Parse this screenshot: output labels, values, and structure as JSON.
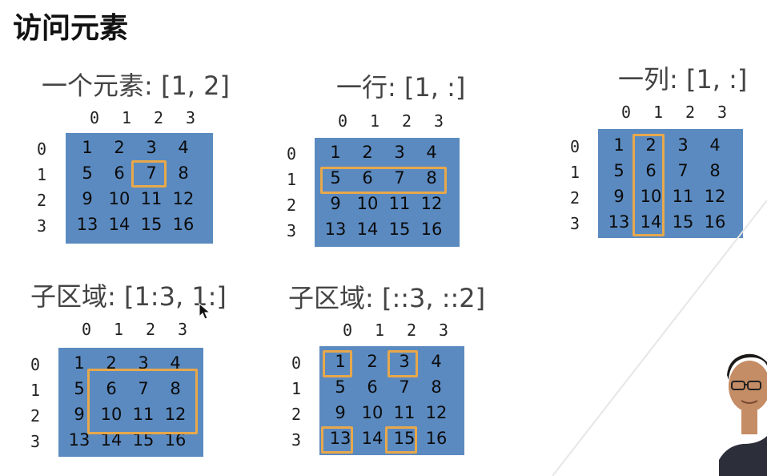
{
  "page_title": "访问元素",
  "colors": {
    "grid": "#5b8ac0",
    "highlight": "#e8a84a"
  },
  "col_headers": [
    "0",
    "1",
    "2",
    "3"
  ],
  "row_headers": [
    "0",
    "1",
    "2",
    "3"
  ],
  "cells": [
    [
      "1",
      "2",
      "3",
      "4"
    ],
    [
      "5",
      "6",
      "7",
      "8"
    ],
    [
      "9",
      "10",
      "11",
      "12"
    ],
    [
      "13",
      "14",
      "15",
      "16"
    ]
  ],
  "panels": [
    {
      "title": "一个元素: [1, 2]"
    },
    {
      "title": "一行: [1, :]"
    },
    {
      "title": "一列: [1, :]"
    },
    {
      "title": "子区域: [1:3, 1:]"
    },
    {
      "title": "子区域: [::3, ::2]"
    }
  ],
  "icons": {
    "cursor": "mouse-pointer-icon",
    "presenter": "presenter-video-thumbnail"
  }
}
